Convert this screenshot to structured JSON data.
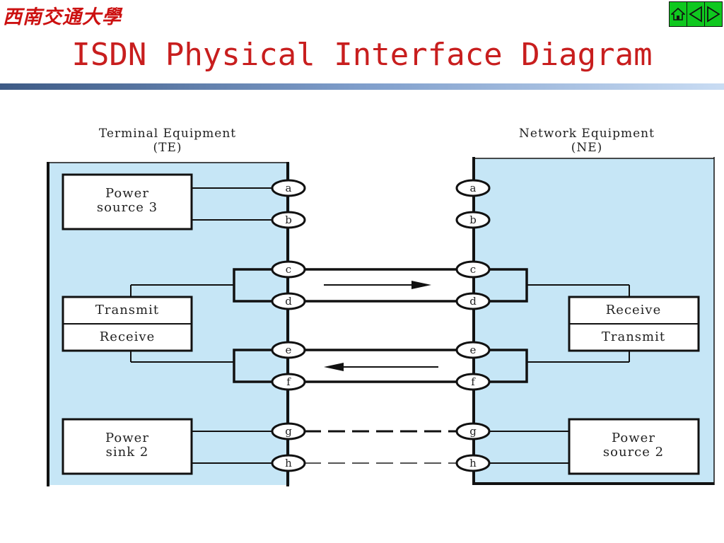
{
  "header": {
    "logo_text": "西南交通大學",
    "title": "ISDN Physical Interface Diagram"
  },
  "nav": {
    "home_icon": "home-icon",
    "prev_icon": "triangle-left-icon",
    "next_icon": "triangle-right-icon",
    "color": "#0fc81f"
  },
  "diagram": {
    "te_heading_line1": "Terminal Equipment",
    "te_heading_line2": "(TE)",
    "ne_heading_line1": "Network Equipment",
    "ne_heading_line2": "(NE)",
    "te_power_line1": "Power",
    "te_power_line2": "source 3",
    "te_transmit": "Transmit",
    "te_receive": "Receive",
    "te_sink_line1": "Power",
    "te_sink_line2": "sink 2",
    "ne_receive": "Receive",
    "ne_transmit": "Transmit",
    "ne_power_line1": "Power",
    "ne_power_line2": "source 2",
    "pins": [
      "a",
      "b",
      "c",
      "d",
      "e",
      "f",
      "g",
      "h"
    ],
    "panel_color": "#c6e6f6"
  }
}
